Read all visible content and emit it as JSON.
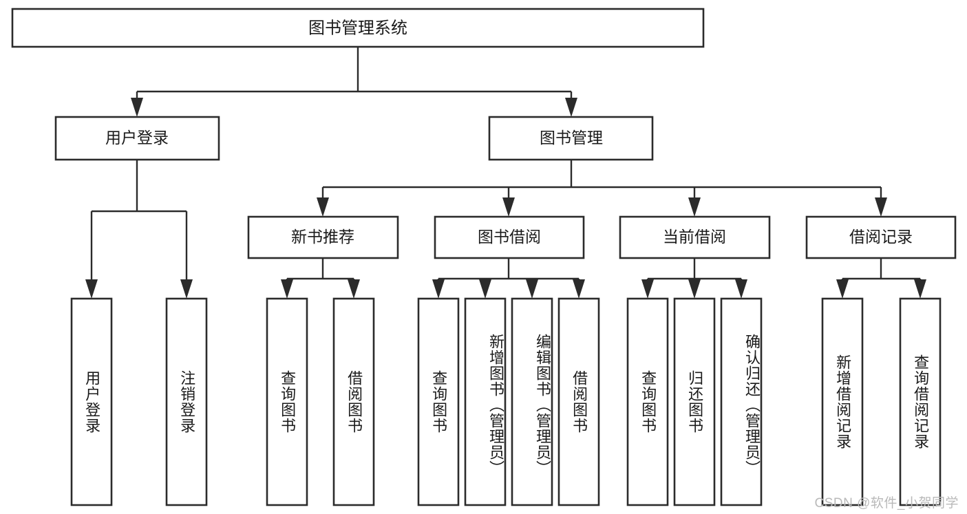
{
  "diagram": {
    "title": "图书管理系统",
    "type": "tree-hierarchy",
    "root": {
      "id": "root",
      "label": "图书管理系统"
    },
    "level2": [
      {
        "id": "user-login",
        "label": "用户登录"
      },
      {
        "id": "book-management",
        "label": "图书管理"
      }
    ],
    "level3": [
      {
        "id": "new-book-recommend",
        "label": "新书推荐",
        "parent": "book-management"
      },
      {
        "id": "book-borrow",
        "label": "图书借阅",
        "parent": "book-management"
      },
      {
        "id": "current-borrow",
        "label": "当前借阅",
        "parent": "book-management"
      },
      {
        "id": "borrow-record",
        "label": "借阅记录",
        "parent": "book-management"
      }
    ],
    "leaves": [
      {
        "id": "leaf-user-login",
        "label": "用户登录",
        "parent": "user-login"
      },
      {
        "id": "leaf-logout-login",
        "label": "注销登录",
        "parent": "user-login"
      },
      {
        "id": "leaf-query-book-1",
        "label": "查询图书",
        "parent": "new-book-recommend"
      },
      {
        "id": "leaf-borrow-book-1",
        "label": "借阅图书",
        "parent": "new-book-recommend"
      },
      {
        "id": "leaf-query-book-2",
        "label": "查询图书",
        "parent": "book-borrow"
      },
      {
        "id": "leaf-add-book",
        "label": "新增图书（管理员）",
        "parent": "book-borrow"
      },
      {
        "id": "leaf-edit-book",
        "label": "编辑图书（管理员）",
        "parent": "book-borrow"
      },
      {
        "id": "leaf-borrow-book-2",
        "label": "借阅图书",
        "parent": "book-borrow"
      },
      {
        "id": "leaf-query-book-3",
        "label": "查询图书",
        "parent": "current-borrow"
      },
      {
        "id": "leaf-return-book",
        "label": "归还图书",
        "parent": "current-borrow"
      },
      {
        "id": "leaf-confirm-return",
        "label": "确认归还（管理员）",
        "parent": "current-borrow"
      },
      {
        "id": "leaf-add-record",
        "label": "新增借阅记录",
        "parent": "borrow-record"
      },
      {
        "id": "leaf-query-record",
        "label": "查询借阅记录",
        "parent": "borrow-record"
      }
    ]
  },
  "watermark": {
    "text": "CSDN @软件_小贺同学"
  },
  "colors": {
    "stroke": "#2b2b2b",
    "box_fill": "#ffffff",
    "text": "#1a1a1a",
    "background": "#ffffff",
    "watermark": "#b9b9b9"
  }
}
